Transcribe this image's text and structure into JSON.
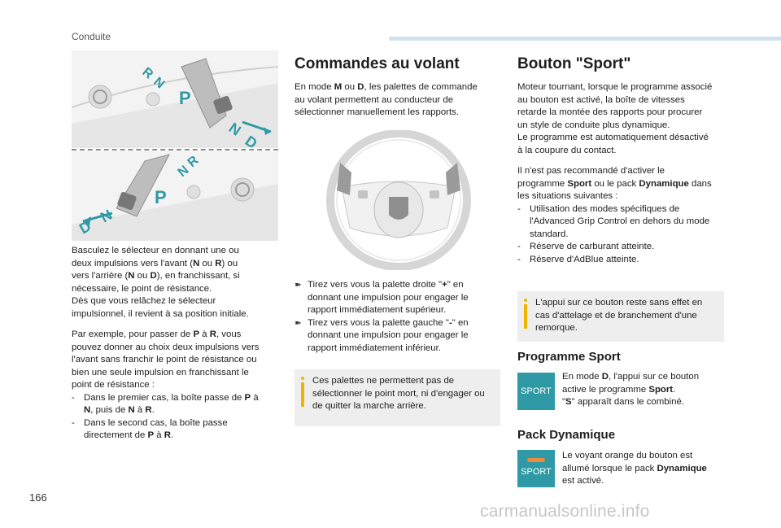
{
  "header": {
    "section": "Conduite"
  },
  "page_number": "166",
  "watermark": "carmanualsonline.info",
  "left": {
    "p1_lines": [
      "Basculez le sélecteur en donnant une ou",
      "deux impulsions vers l'avant (",
      "N",
      " ou ",
      "R",
      ") ou",
      "vers l'arrière (",
      "N",
      " ou ",
      "D",
      "), en franchissant, si",
      "nécessaire, le point de résistance.",
      "Dès que vous relâchez le sélecteur",
      "impulsionnel, il revient à sa position initiale."
    ],
    "p2": {
      "l1a": "Par exemple, pour passer de ",
      "l1b": "P",
      "l1c": " à ",
      "l1d": "R",
      "l1e": ", vous",
      "l2": "pouvez donner au choix deux impulsions vers",
      "l3": "l'avant sans franchir le point de résistance ou",
      "l4": "bien une seule impulsion en franchissant le",
      "l5": "point de résistance :"
    },
    "list": [
      {
        "dash": "-",
        "a": "Dans le premier cas, la boîte passe de ",
        "b": "P",
        "c": " à",
        "d": "N",
        "e": ", puis de ",
        "f": "N",
        "g": " à ",
        "h": "R",
        "i": "."
      },
      {
        "dash": "-",
        "a": "Dans le second cas, la boîte passe",
        "b": "directement de ",
        "c": "P",
        "d": " à ",
        "e": "R",
        "f": "."
      }
    ],
    "illus_letters": {
      "P": "P",
      "N": "N",
      "R": "R",
      "D": "D"
    }
  },
  "middle": {
    "title": "Commandes au volant",
    "intro": {
      "a": "En mode ",
      "b": "M",
      "c": " ou ",
      "d": "D",
      "e": ", les palettes de commande",
      "l2": "au volant permettent au conducteur de",
      "l3": "sélectionner manuellement les rapports."
    },
    "bullets": [
      {
        "a": "Tirez vers vous la palette droite \"",
        "b": "+",
        "c": "\" en",
        "l2": "donnant une impulsion pour engager le",
        "l3": "rapport immédiatement supérieur."
      },
      {
        "a": "Tirez vers vous la palette gauche \"",
        "b": "-",
        "c": "\" en",
        "l2": "donnant une impulsion pour engager le",
        "l3": "rapport immédiatement inférieur."
      }
    ],
    "note": {
      "l1": "Ces palettes ne permettent pas de",
      "l2": "sélectionner le point mort, ni d'engager ou",
      "l3": "de quitter la marche arrière."
    }
  },
  "right": {
    "title": "Bouton \"Sport\"",
    "p1": [
      "Moteur tournant, lorsque le programme associé",
      "au bouton est activé, la boîte de vitesses",
      "retarde la montée des rapports pour procurer",
      "un style de conduite plus dynamique.",
      "Le programme est automatiquement désactivé",
      "à la coupure du contact."
    ],
    "p2": {
      "l1": "Il n'est pas recommandé d'activer le",
      "l2a": "programme ",
      "l2b": "Sport",
      "l2c": " ou le pack ",
      "l2d": "Dynamique",
      "l2e": " dans",
      "l3": "les situations suivantes :"
    },
    "list": [
      {
        "dash": "-",
        "l1": "Utilisation des modes spécifiques de",
        "l2": "l'Advanced Grip Control en dehors du mode",
        "l3": "standard."
      },
      {
        "dash": "-",
        "l1": "Réserve de carburant atteinte."
      },
      {
        "dash": "-",
        "l1": "Réserve d'AdBlue atteinte."
      }
    ],
    "note": {
      "l1": "L'appui sur ce bouton reste sans effet en",
      "l2": "cas d'attelage et de branchement d'une",
      "l3": "remorque."
    },
    "prog_title": "Programme Sport",
    "prog": {
      "l1a": "En mode ",
      "l1b": "D",
      "l1c": ", l'appui sur ce bouton",
      "l2a": "active le programme ",
      "l2b": "Sport",
      "l2c": ".",
      "l3a": "\"",
      "l3b": "S",
      "l3c": "\" apparaît dans le combiné."
    },
    "pack_title": "Pack Dynamique",
    "pack": {
      "l1": "Le voyant orange du bouton est",
      "l2a": "allumé lorsque le pack ",
      "l2b": "Dynamique",
      "l3": "est activé."
    },
    "sport_label": "SPORT"
  },
  "colors": {
    "teal": "#2f9aa6",
    "orange": "#f08a3c",
    "info_yellow": "#f0b400",
    "note_bg": "#eeeeee"
  }
}
